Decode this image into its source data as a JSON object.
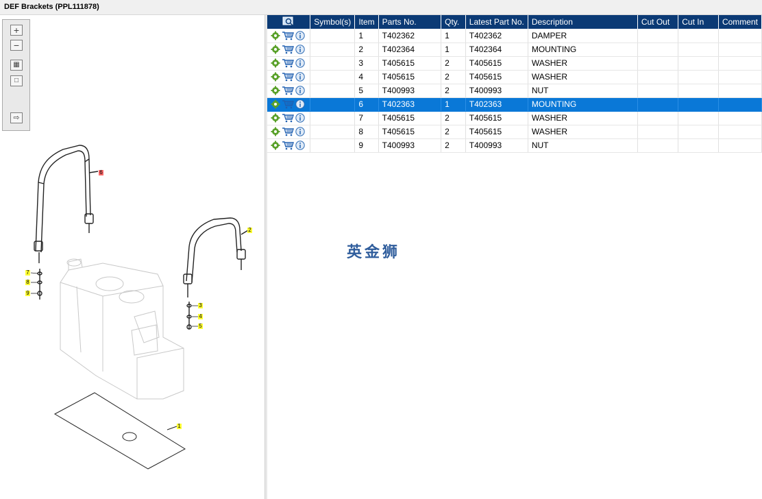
{
  "window": {
    "title": "DEF Brackets (PPL111878)"
  },
  "toolbar": {
    "zoom_in_icon": "plus-magnifier-icon",
    "zoom_out_icon": "minus-icon",
    "fit_icon": "grid-fit-icon",
    "actual_size_icon": "square-icon",
    "export_icon": "list-export-icon"
  },
  "diagram": {
    "callouts": [
      "6",
      "2",
      "7",
      "8",
      "9",
      "3",
      "4",
      "5",
      "1"
    ],
    "highlight_color": "#ff6b6b",
    "callout_color": "#ffff33"
  },
  "table": {
    "header_color": "#0b3a75",
    "selected_color": "#0a78d7",
    "columns": [
      "",
      "Symbol(s)",
      "Item",
      "Parts No.",
      "Qty.",
      "Latest Part No.",
      "Description",
      "Cut Out",
      "Cut In",
      "Comment"
    ],
    "rows": [
      {
        "item": "1",
        "part": "T402362",
        "qty": "1",
        "latest": "T402362",
        "desc": "DAMPER",
        "symbol": "",
        "cut_out": "",
        "cut_in": "",
        "comment": ""
      },
      {
        "item": "2",
        "part": "T402364",
        "qty": "1",
        "latest": "T402364",
        "desc": "MOUNTING",
        "symbol": "",
        "cut_out": "",
        "cut_in": "",
        "comment": ""
      },
      {
        "item": "3",
        "part": "T405615",
        "qty": "2",
        "latest": "T405615",
        "desc": "WASHER",
        "symbol": "",
        "cut_out": "",
        "cut_in": "",
        "comment": ""
      },
      {
        "item": "4",
        "part": "T405615",
        "qty": "2",
        "latest": "T405615",
        "desc": "WASHER",
        "symbol": "",
        "cut_out": "",
        "cut_in": "",
        "comment": ""
      },
      {
        "item": "5",
        "part": "T400993",
        "qty": "2",
        "latest": "T400993",
        "desc": "NUT",
        "symbol": "",
        "cut_out": "",
        "cut_in": "",
        "comment": ""
      },
      {
        "item": "6",
        "part": "T402363",
        "qty": "1",
        "latest": "T402363",
        "desc": "MOUNTING",
        "symbol": "",
        "cut_out": "",
        "cut_in": "",
        "comment": "",
        "selected": true
      },
      {
        "item": "7",
        "part": "T405615",
        "qty": "2",
        "latest": "T405615",
        "desc": "WASHER",
        "symbol": "",
        "cut_out": "",
        "cut_in": "",
        "comment": ""
      },
      {
        "item": "8",
        "part": "T405615",
        "qty": "2",
        "latest": "T405615",
        "desc": "WASHER",
        "symbol": "",
        "cut_out": "",
        "cut_in": "",
        "comment": ""
      },
      {
        "item": "9",
        "part": "T400993",
        "qty": "2",
        "latest": "T400993",
        "desc": "NUT",
        "symbol": "",
        "cut_out": "",
        "cut_in": "",
        "comment": ""
      }
    ],
    "row_icons": [
      "gear-icon",
      "cart-icon",
      "info-icon"
    ]
  },
  "watermark": "英金狮"
}
